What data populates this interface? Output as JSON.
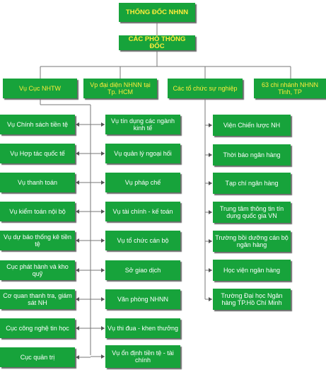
{
  "governor": "THỐNG ĐỐC NHNN",
  "deputies": "CÁC PHÓ THỐNG ĐỐC",
  "divisions": [
    "Vụ Cục NHTW",
    "Vp đại diện NHNN tại Tp. HCM",
    "Các tổ chức sự nghiệp",
    "63 chi nhánh NHNN Tỉnh, TP"
  ],
  "left_units": [
    "Vụ Chính sách tiền tệ",
    "Vụ Hợp tác quốc tế",
    "Vụ thanh toán",
    "Vụ kiểm toán nội bộ",
    "Vụ dự báo thống kê tiền tệ",
    "Cục phát hành và kho quỹ",
    "Cơ quan thanh tra, giám sát NH",
    "Cục công nghệ tin học",
    "Cục quản trị"
  ],
  "middle_units": [
    "Vụ tín dụng các ngành kinh tế",
    "Vụ quản lý ngoại hối",
    "Vụ pháp chế",
    "Vụ tài chính - kế toán",
    "Vụ tổ chức cán bộ",
    "Sở giao dịch",
    "Văn phòng NHNN",
    "Vụ thi đua - khen thưởng",
    "Vụ ổn định tiền tệ - tài chính"
  ],
  "right_units": [
    "Viện Chiến lược NH",
    "Thời báo ngân hàng",
    "Tạp chí ngân hàng",
    "Trung tâm thông tin tín dụng quốc gia VN",
    "Trường bồi dưỡng cán bộ ngân hàng",
    "Học viện ngân hàng",
    "Trường Đại học Ngân hàng TP.Hồ Chí Minh"
  ]
}
